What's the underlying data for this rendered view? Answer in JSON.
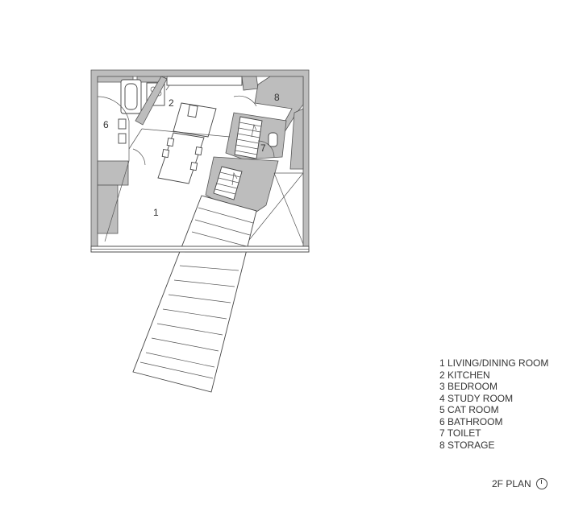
{
  "rooms": [
    {
      "number": "1",
      "name": "LIVING/DINING ROOM"
    },
    {
      "number": "2",
      "name": "KITCHEN"
    },
    {
      "number": "3",
      "name": "BEDROOM"
    },
    {
      "number": "4",
      "name": "STUDY ROOM"
    },
    {
      "number": "5",
      "name": "CAT ROOM"
    },
    {
      "number": "6",
      "name": "BATHROOM"
    },
    {
      "number": "7",
      "name": "TOILET"
    },
    {
      "number": "8",
      "name": "STORAGE"
    }
  ],
  "legend": [
    "1 LIVING/DINING ROOM",
    "2 KITCHEN",
    "3 BEDROOM",
    "4 STUDY ROOM",
    "5 CAT ROOM",
    "6 BATHROOM",
    "7 TOILET",
    "8 STORAGE"
  ],
  "plan_title": "2F PLAN",
  "north_icon": "north-arrow-circle-icon"
}
